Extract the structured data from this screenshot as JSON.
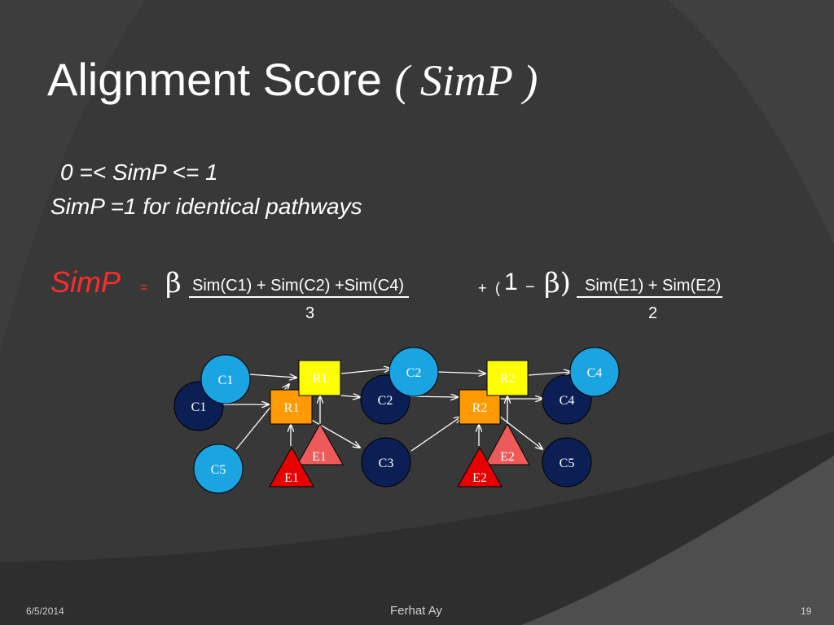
{
  "slide": {
    "title_main": "Alignment Score ",
    "title_italic": "( SimP )",
    "line1": "0 =< SimP <= 1",
    "line2": "SimP =1 for identical pathways",
    "formula": {
      "lhs": "SimP",
      "equals": "=",
      "beta": "β",
      "numerator1": "Sim(C1) + Sim(C2) +Sim(C4)",
      "plus": "+",
      "open_paren": "(",
      "one": "1",
      "minus": "−",
      "beta2_close": "β)",
      "numerator2": "Sim(E1) + Sim(E2)",
      "denominator1": "3",
      "denominator2": "2"
    },
    "footer": {
      "date": "6/5/2014",
      "author": "Ferhat Ay",
      "page": "19"
    }
  },
  "colors": {
    "background": "#3a3a3a",
    "compound_dark": "#0b1f55",
    "compound_light": "#1aa4e2",
    "reaction_orange": "#ff9a00",
    "reaction_yellow": "#ffff00",
    "enzyme_red": "#e60000",
    "enzyme_pink": "#ee5a5a",
    "formula_red": "#ff2b2b"
  },
  "diagram": {
    "compounds": [
      {
        "label": "C1",
        "color": "dark"
      },
      {
        "label": "C1",
        "color": "light"
      },
      {
        "label": "C5",
        "color": "light"
      },
      {
        "label": "C2",
        "color": "dark"
      },
      {
        "label": "C2",
        "color": "light"
      },
      {
        "label": "C3",
        "color": "dark"
      },
      {
        "label": "C4",
        "color": "dark"
      },
      {
        "label": "C4",
        "color": "light"
      },
      {
        "label": "C5",
        "color": "dark"
      }
    ],
    "reactions": [
      {
        "label": "R1",
        "color": "orange"
      },
      {
        "label": "R1",
        "color": "yellow"
      },
      {
        "label": "R2",
        "color": "orange"
      },
      {
        "label": "R2",
        "color": "yellow"
      }
    ],
    "enzymes": [
      {
        "label": "E1",
        "color": "red"
      },
      {
        "label": "E1",
        "color": "pink"
      },
      {
        "label": "E2",
        "color": "red"
      },
      {
        "label": "E2",
        "color": "pink"
      }
    ]
  }
}
